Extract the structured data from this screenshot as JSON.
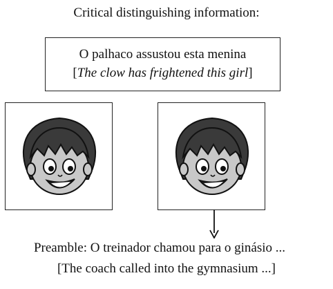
{
  "heading": "Critical distinguishing information:",
  "sentence": {
    "portuguese": "O palhaco assustou esta menina",
    "english": "The clow has frightened this girl"
  },
  "faces": [
    {
      "icon": "girl-face-icon"
    },
    {
      "icon": "girl-face-icon"
    }
  ],
  "pointer": "down-arrow-icon",
  "preamble": {
    "portuguese": "Preamble: O treinador chamou para o ginásio ...",
    "english": "[The coach called into the gymnasium ...]"
  }
}
